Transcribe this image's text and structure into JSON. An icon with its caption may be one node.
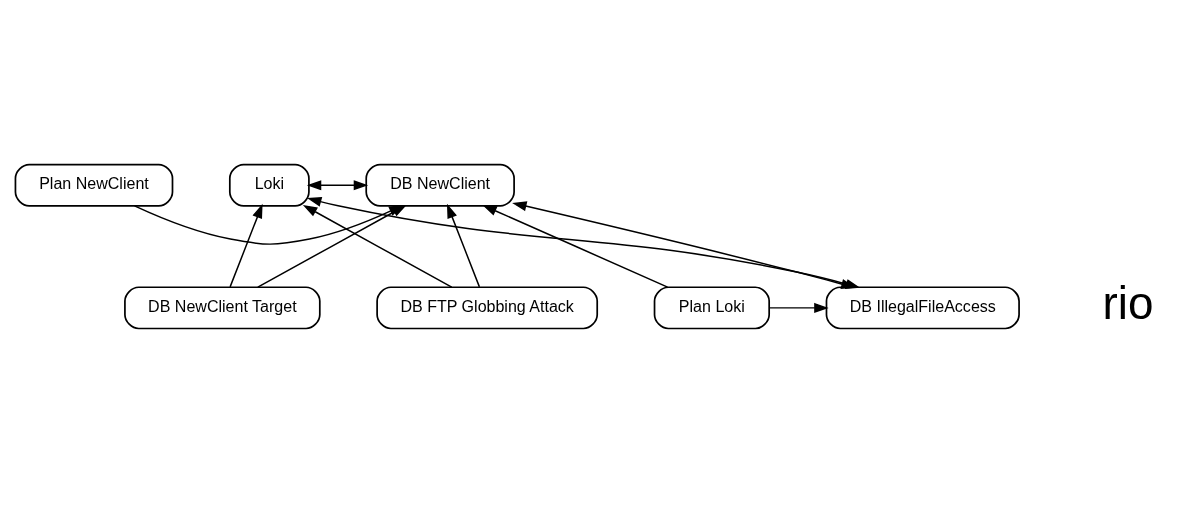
{
  "diagram": {
    "nodes": [
      {
        "text": [
          "DB IllegalFileAccess"
        ]
      },
      {
        "text": [
          "Plan Loki"
        ]
      },
      {
        "text": [
          "Loki"
        ]
      },
      {
        "text": [
          "DB NewClient"
        ]
      },
      {
        "text": [
          "Plan NewClient"
        ]
      },
      {
        "text": [
          "DB NewClient Target"
        ]
      },
      {
        "text": [
          "DB FTP Globbing Attack"
        ]
      }
    ],
    "edges": [
      {
        "from": 1,
        "to": 0,
        "arrow": "to"
      },
      {
        "from": 0,
        "to": 2,
        "arrow": "both"
      },
      {
        "from": 0,
        "to": 3,
        "arrow": "both"
      },
      {
        "from": 1,
        "to": 3,
        "arrow": "to"
      },
      {
        "from": 2,
        "to": 3,
        "arrow": "both"
      },
      {
        "from": 4,
        "to": 3,
        "arrow": "to"
      },
      {
        "from": 5,
        "to": 2,
        "arrow": "to"
      },
      {
        "from": 5,
        "to": 3,
        "arrow": "to"
      },
      {
        "from": 6,
        "to": 2,
        "arrow": "to"
      },
      {
        "from": 6,
        "to": 3,
        "arrow": "to"
      }
    ],
    "labels": [
      "rio"
    ]
  }
}
